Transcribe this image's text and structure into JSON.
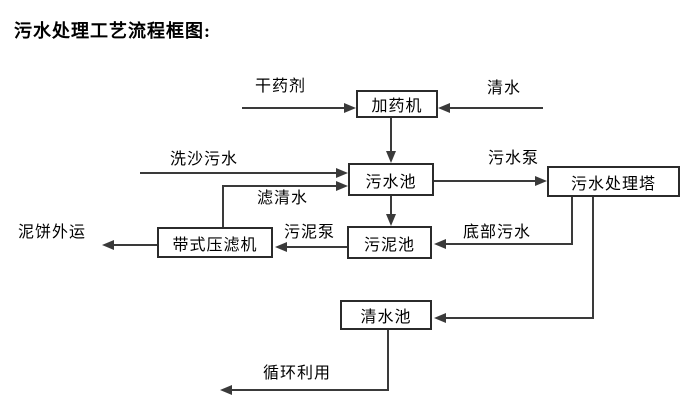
{
  "title": "污水处理工艺流程框图:",
  "colors": {
    "background": "#ffffff",
    "line": "#3a3a3a",
    "node_border": "#2b2b2b",
    "text": "#000000"
  },
  "diagram": {
    "nodes": {
      "dosing_machine": "加药机",
      "sewage_pool": "污水池",
      "treatment_tower": "污水处理塔",
      "sludge_pool": "污泥池",
      "belt_filter_press": "带式压滤机",
      "clean_water_pool": "清水池"
    },
    "edge_labels": {
      "dry_chemical": "干药剂",
      "clean_water": "清水",
      "sand_washing_sewage": "洗沙污水",
      "sewage_pump": "污水泵",
      "filtered_water": "滤清水",
      "sludge_pump": "污泥泵",
      "bottom_sewage": "底部污水",
      "mud_cake_out": "泥饼外运",
      "recycle_use": "循环利用"
    },
    "edges": [
      {
        "from": "干药剂",
        "to": "加药机",
        "label": "干药剂"
      },
      {
        "from": "清水",
        "to": "加药机",
        "label": "清水"
      },
      {
        "from": "加药机",
        "to": "污水池",
        "label": ""
      },
      {
        "from": "洗沙污水",
        "to": "污水池",
        "label": "洗沙污水"
      },
      {
        "from": "带式压滤机",
        "to": "污水池",
        "label": "滤清水"
      },
      {
        "from": "污水池",
        "to": "污水处理塔",
        "label": "污水泵"
      },
      {
        "from": "污水池",
        "to": "污泥池",
        "label": ""
      },
      {
        "from": "污水处理塔",
        "to": "污泥池",
        "label": "底部污水"
      },
      {
        "from": "污泥池",
        "to": "带式压滤机",
        "label": "污泥泵"
      },
      {
        "from": "带式压滤机",
        "to": "泥饼外运",
        "label": "泥饼外运"
      },
      {
        "from": "污水处理塔",
        "to": "清水池",
        "label": ""
      },
      {
        "from": "清水池",
        "to": "循环利用",
        "label": "循环利用"
      }
    ]
  }
}
